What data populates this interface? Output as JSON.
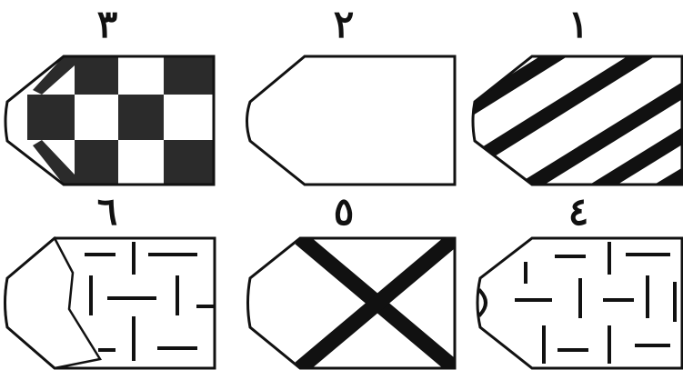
{
  "figures": [
    {
      "id": "1",
      "label": "١",
      "pattern": "diagonal-stripes"
    },
    {
      "id": "2",
      "label": "٢",
      "pattern": "blank"
    },
    {
      "id": "3",
      "label": "٣",
      "pattern": "checkerboard"
    },
    {
      "id": "4",
      "label": "٤",
      "pattern": "dash-weave"
    },
    {
      "id": "5",
      "label": "٥",
      "pattern": "diagonal-cross"
    },
    {
      "id": "6",
      "label": "٦",
      "pattern": "dash-weave-with-flap"
    }
  ],
  "colors": {
    "ink": "#111111",
    "texture": "#2b2b2b",
    "paper": "#ffffff"
  }
}
